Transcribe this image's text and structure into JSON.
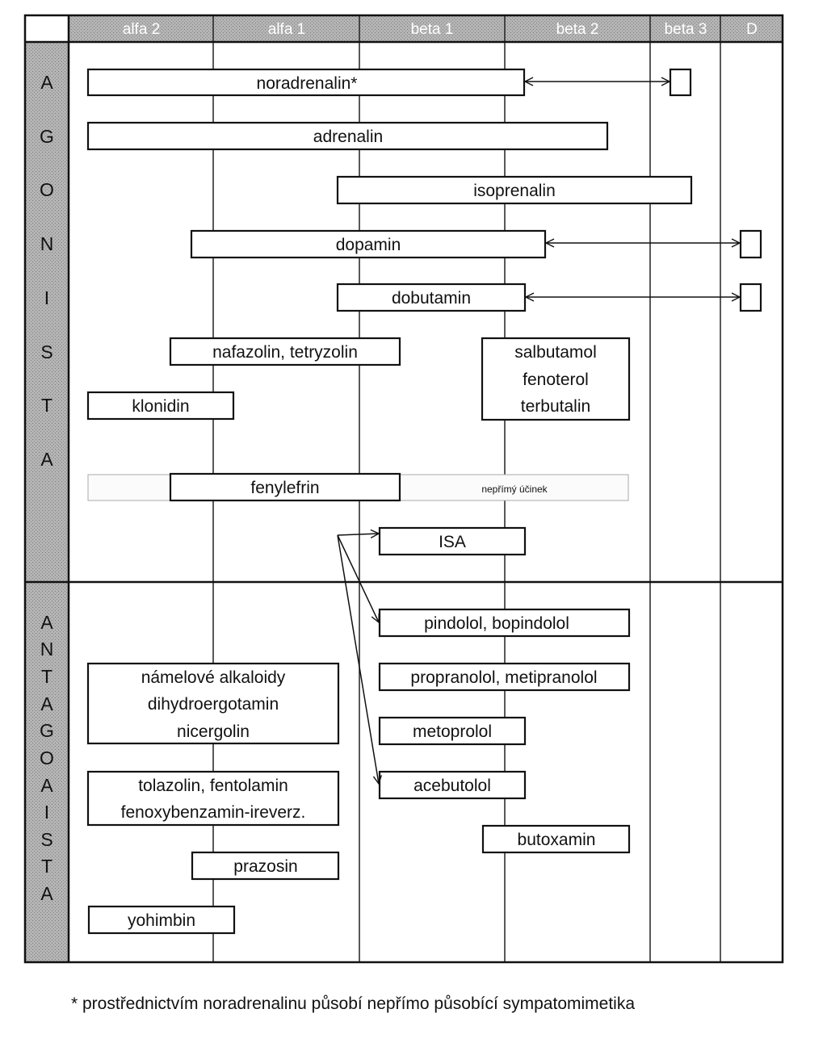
{
  "columns": [
    "alfa 2",
    "alfa 1",
    "beta 1",
    "beta 2",
    "beta 3",
    "D"
  ],
  "sections": {
    "agonists": [
      "A",
      "G",
      "O",
      "N",
      "I",
      "S",
      "T",
      "A"
    ],
    "antagonists": [
      "A",
      "N",
      "T",
      "A",
      "G",
      "O",
      "A",
      "I",
      "S",
      "T",
      "A"
    ]
  },
  "drugs": {
    "noradrenalin": "noradrenalin*",
    "adrenalin": "adrenalin",
    "isoprenalin": "isoprenalin",
    "dopamin": "dopamin",
    "dobutamin": "dobutamin",
    "nafazolin": "nafazolin, tetryzolin",
    "salbutamol": [
      "salbutamol",
      "fenoterol",
      "terbutalin"
    ],
    "klonidin": "klonidin",
    "fenylefrin": "fenylefrin",
    "neprimy": "nepřímý účinek",
    "isa": "ISA",
    "pindolol": "pindolol, bopindolol",
    "propranolol": "propranolol, metipranolol",
    "metoprolol": "metoprolol",
    "acebutolol": "acebutolol",
    "butoxamin": "butoxamin",
    "namelove": [
      "námelové alkaloidy",
      "dihydroergotamin",
      "nicergolin"
    ],
    "tolazolin": [
      "tolazolin, fentolamin",
      "fenoxybenzamin-ireverz."
    ],
    "prazosin": "prazosin",
    "yohimbin": "yohimbin"
  },
  "footnote": "* prostřednictvím noradrenalinu působí nepřímo působící sympatomimetika"
}
